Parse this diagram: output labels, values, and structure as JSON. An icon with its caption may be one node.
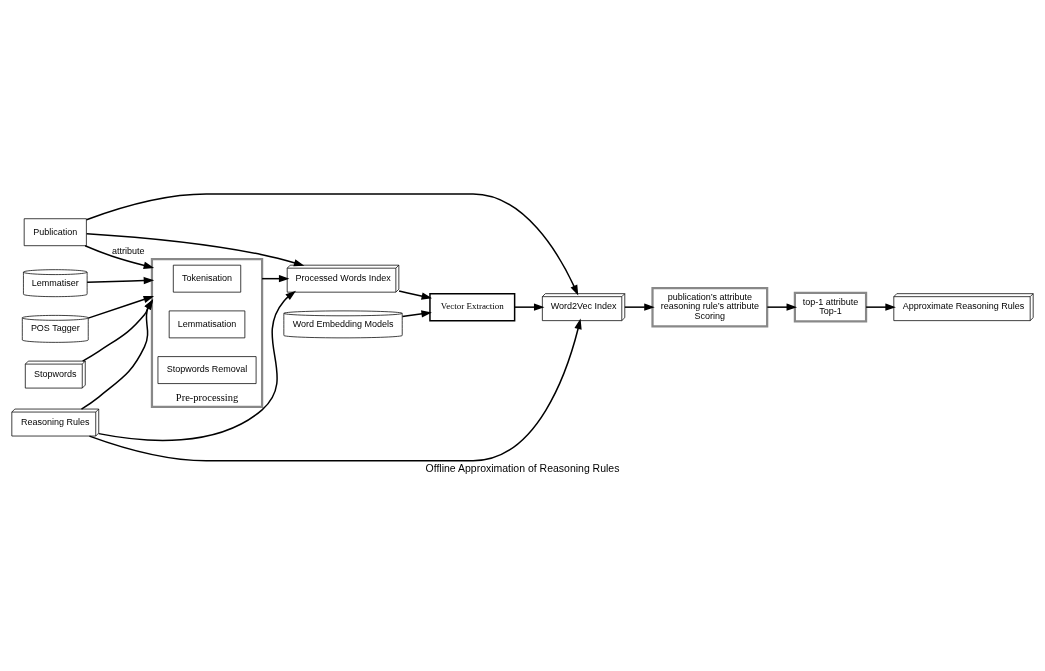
{
  "diagram": {
    "caption": "Offline Approximation of Reasoning Rules",
    "nodes": [
      {
        "text": [
          "POS Tagger"
        ]
      },
      {
        "text": [
          "Lemmatiser"
        ]
      },
      {
        "text": [
          "Stopwords"
        ]
      },
      {
        "text": [
          "Word Embedding Models"
        ]
      },
      {
        "text": [
          "Publication"
        ]
      },
      {
        "text": [
          "Reasoning Rules"
        ]
      },
      {
        "text": [
          "Pre-processing"
        ]
      },
      {
        "text": [
          "Tokenisation"
        ],
        "in": 6
      },
      {
        "text": [
          "Lemmatisation"
        ],
        "in": 6
      },
      {
        "text": [
          "Stopwords Removal"
        ],
        "in": 6
      },
      {
        "text": [
          "Processed Words Index"
        ]
      },
      {
        "text": [
          "Vector Extraction"
        ]
      },
      {
        "text": [
          "Word2Vec Index"
        ]
      },
      {
        "text": [
          "publication’s attribute",
          "reasoning rule’s attribute",
          "Scoring"
        ]
      },
      {
        "text": [
          "top-1 attribute",
          "Top-1"
        ]
      },
      {
        "text": [
          "Approximate Reasoning Rules"
        ]
      }
    ],
    "edges": [
      {
        "from": 0,
        "to": 6,
        "arrow": "to"
      },
      {
        "from": 1,
        "to": 6,
        "arrow": "to"
      },
      {
        "from": 2,
        "to": 6,
        "arrow": "to"
      },
      {
        "from": 4,
        "to": 6,
        "arrow": "to",
        "label": "attribute"
      },
      {
        "from": 5,
        "to": 6,
        "arrow": "to"
      },
      {
        "from": 4,
        "to": 10,
        "arrow": "to"
      },
      {
        "from": 5,
        "to": 10,
        "arrow": "to"
      },
      {
        "from": 4,
        "to": 12,
        "arrow": "to"
      },
      {
        "from": 5,
        "to": 12,
        "arrow": "to"
      },
      {
        "from": 6,
        "to": 10,
        "arrow": "to"
      },
      {
        "from": 10,
        "to": 11,
        "arrow": "to"
      },
      {
        "from": 3,
        "to": 11,
        "arrow": "to"
      },
      {
        "from": 11,
        "to": 12,
        "arrow": "to"
      },
      {
        "from": 12,
        "to": 13,
        "arrow": "to"
      },
      {
        "from": 13,
        "to": 14,
        "arrow": "to"
      },
      {
        "from": 14,
        "to": 15,
        "arrow": "to"
      }
    ]
  }
}
